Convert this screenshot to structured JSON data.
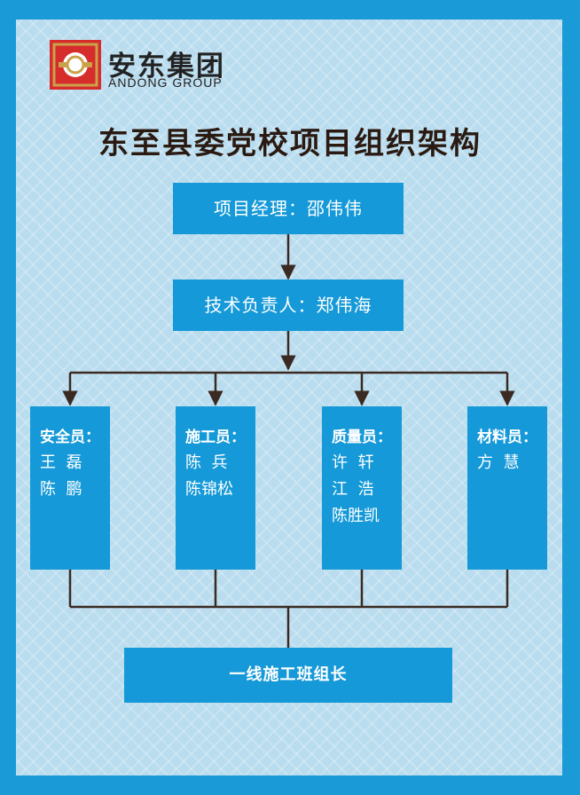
{
  "logo": {
    "name_cn": "安东集团",
    "name_en": "ANDONG GROUP",
    "mark_icon": "andong-logo-mark",
    "brand_color": "#d72c2c"
  },
  "title": "东至县委党校项目组织架构",
  "manager": {
    "label": "项目经理：",
    "name": "邵伟伟"
  },
  "tech_lead": {
    "label": "技术负责人：",
    "name": "郑伟海"
  },
  "roles": [
    {
      "title": "安全员：",
      "people": [
        "王  磊",
        "陈  鹏"
      ]
    },
    {
      "title": "施工员：",
      "people": [
        "陈  兵",
        "陈锦松"
      ]
    },
    {
      "title": "质量员：",
      "people": [
        "许  轩",
        "江  浩",
        "陈胜凯"
      ]
    },
    {
      "title": "材料员：",
      "people": [
        "方  慧"
      ]
    }
  ],
  "bottom": {
    "label": "一线施工班组长"
  },
  "colors": {
    "box": "#1599d8",
    "line": "#3a2a22",
    "background": "#b9dcee",
    "border": "#1a9ad6"
  }
}
